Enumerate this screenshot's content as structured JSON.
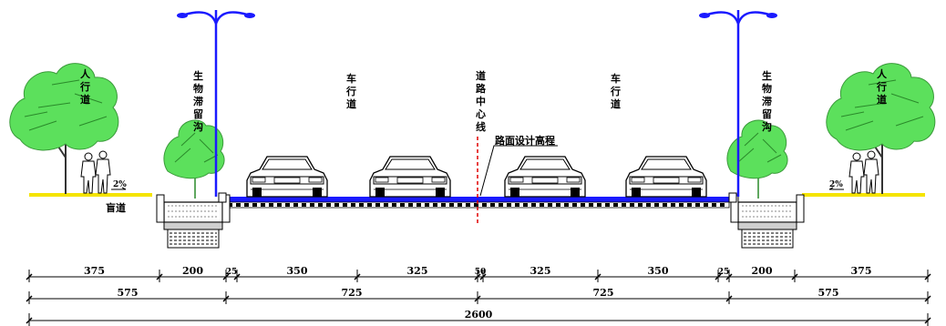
{
  "labels": {
    "sidewalk": "人行道",
    "bio_ditch": "生物滞留沟",
    "carriageway": "车行道",
    "centerline": "道路中心线",
    "design_elevation": "路面设计高程",
    "tactile_path": "盲道",
    "slope": "2%"
  },
  "dimensions": {
    "row1": [
      "375",
      "200",
      "25",
      "350",
      "325",
      "50",
      "325",
      "350",
      "25",
      "200",
      "375"
    ],
    "row2": [
      "575",
      "725",
      "725",
      "575"
    ],
    "row3": [
      "2600"
    ]
  },
  "colors": {
    "tree_green": "#5ce05c",
    "road_blue": "#1a1aff",
    "lamp_blue": "#1a1aff",
    "ground_yellow": "#f5e400",
    "centerline_red": "#e00000"
  },
  "icons": {
    "tree": "deciduous-tree-icon",
    "lamp": "street-lamp-icon",
    "car": "car-front-icon",
    "pedestrians": "pedestrian-pair-icon"
  }
}
